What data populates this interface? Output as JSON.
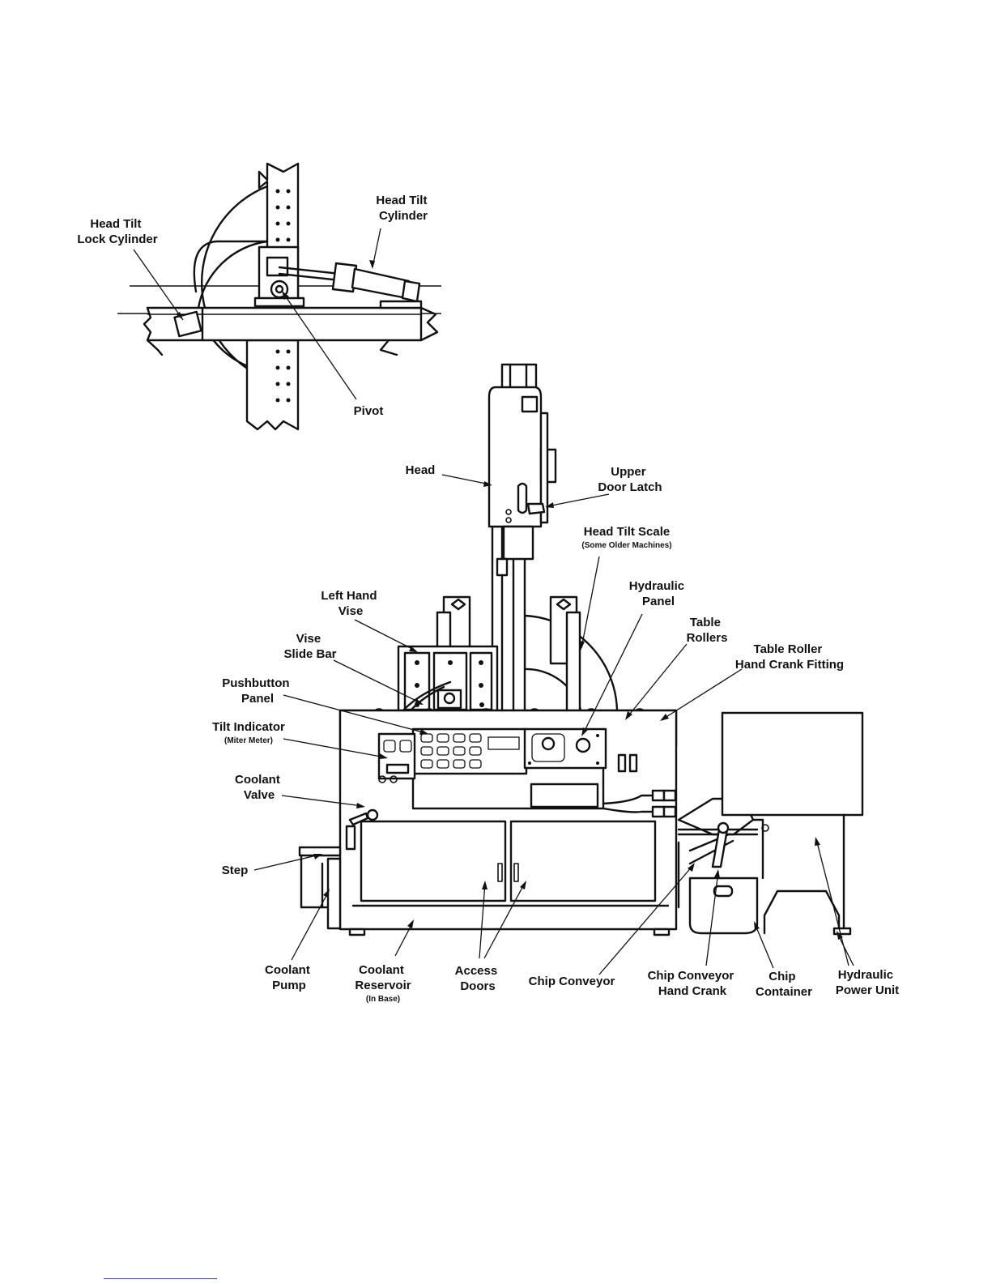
{
  "labels": {
    "head_tilt_lock_cylinder": [
      "Head Tilt",
      "Lock Cylinder"
    ],
    "head_tilt_cylinder": [
      "Head Tilt",
      "Cylinder"
    ],
    "pivot": [
      "Pivot"
    ],
    "head": [
      "Head"
    ],
    "upper_door_latch": [
      "Upper",
      "Door Latch"
    ],
    "head_tilt_scale": [
      "Head Tilt Scale"
    ],
    "head_tilt_scale_note": "(Some Older Machines)",
    "hydraulic_panel": [
      "Hydraulic",
      "Panel"
    ],
    "left_hand_vise": [
      "Left Hand",
      "Vise"
    ],
    "table_rollers": [
      "Table",
      "Rollers"
    ],
    "table_roller_hand_crank_fitting": [
      "Table Roller",
      "Hand Crank Fitting"
    ],
    "vise_slide_bar": [
      "Vise",
      "Slide Bar"
    ],
    "pushbutton_panel": [
      "Pushbutton",
      "Panel"
    ],
    "tilt_indicator": [
      "Tilt Indicator"
    ],
    "tilt_indicator_note": "(Miter Meter)",
    "coolant_valve": [
      "Coolant",
      "Valve"
    ],
    "step": [
      "Step"
    ],
    "coolant_pump": [
      "Coolant",
      "Pump"
    ],
    "coolant_reservoir": [
      "Coolant",
      "Reservoir"
    ],
    "coolant_reservoir_note": "(In Base)",
    "access_doors": [
      "Access",
      "Doors"
    ],
    "chip_conveyor": [
      "Chip Conveyor"
    ],
    "chip_conveyor_hand_crank": [
      "Chip Conveyor",
      "Hand Crank"
    ],
    "chip_container": [
      "Chip",
      "Container"
    ],
    "hydraulic_power_unit": [
      "Hydraulic",
      "Power Unit"
    ]
  },
  "colors": {
    "line": "#111111",
    "background": "#ffffff",
    "footer_rule": "#2a3fb0"
  }
}
